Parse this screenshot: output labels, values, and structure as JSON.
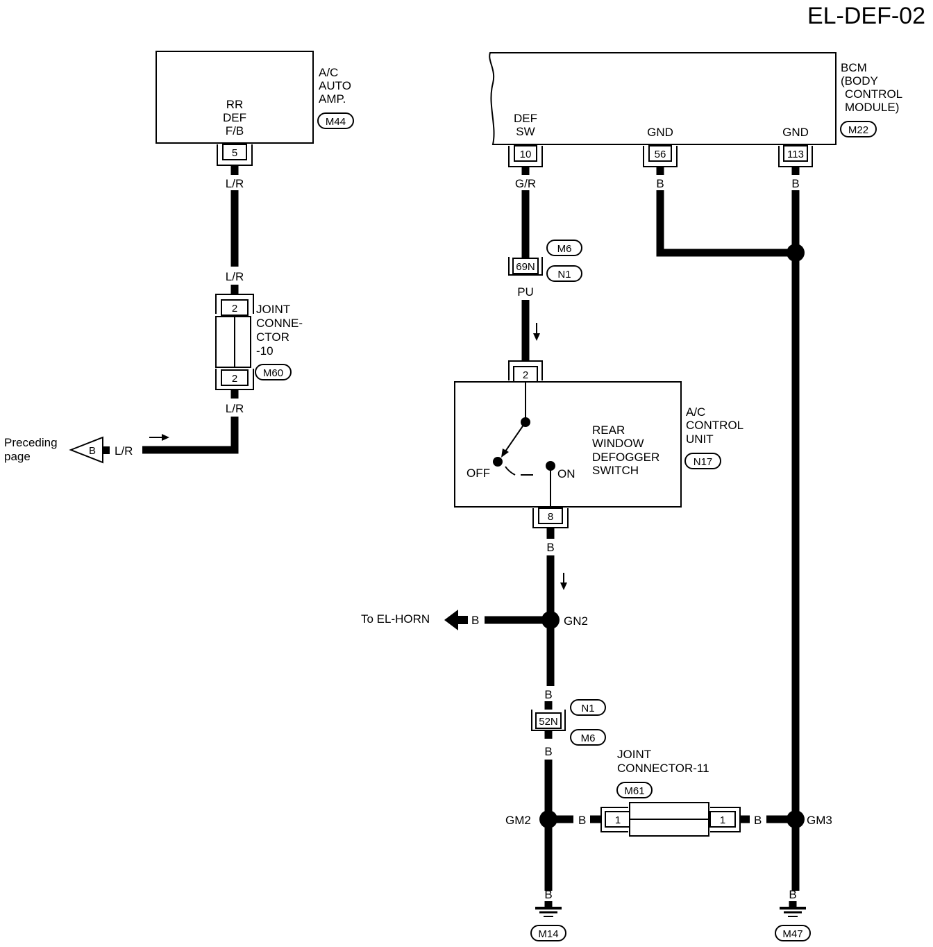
{
  "diagram_id": "EL-DEF-02",
  "ac_auto_amp": {
    "name_lines": [
      "A/C",
      "AUTO",
      "AMP."
    ],
    "connector": "M44",
    "terminal_lines": [
      "RR",
      "DEF",
      "F/B"
    ],
    "pin": "5",
    "wire_color": "L/R"
  },
  "joint_connector_10": {
    "name_lines": [
      "JOINT",
      "CONNE-",
      "CTOR",
      "-10"
    ],
    "connector": "M60",
    "pin_top": "2",
    "pin_bottom": "2",
    "wire_top": "L/R",
    "wire_bottom": "L/R"
  },
  "preceding_page": {
    "label_lines": [
      "Preceding",
      "page"
    ],
    "tag": "B",
    "wire_color": "L/R"
  },
  "bcm": {
    "name_lines": [
      "BCM",
      "(BODY",
      "CONTROL",
      "MODULE)"
    ],
    "connector": "M22",
    "terminals": [
      {
        "lines": [
          "DEF",
          "SW"
        ],
        "pin": "10",
        "wire": "G/R"
      },
      {
        "lines": [
          "GND"
        ],
        "pin": "56",
        "wire": "B"
      },
      {
        "lines": [
          "GND"
        ],
        "pin": "113",
        "wire": "B"
      }
    ]
  },
  "inline_connector_upper": {
    "pin": "69N",
    "tags": [
      "M6",
      "N1"
    ],
    "wire_below": "PU"
  },
  "ac_control_unit": {
    "name_lines": [
      "A/C",
      "CONTROL",
      "UNIT"
    ],
    "connector": "N17",
    "switch_lines": [
      "REAR",
      "WINDOW",
      "DEFOGGER",
      "SWITCH"
    ],
    "off_label": "OFF",
    "on_label": "ON",
    "pin_top": "2",
    "pin_bottom": "8",
    "wire_below": "B"
  },
  "splice_gn2": {
    "label": "GN2",
    "branch_text": "To EL-HORN",
    "branch_wire": "B",
    "wire_below": "B"
  },
  "inline_connector_lower": {
    "pin": "52N",
    "tags": [
      "N1",
      "M6"
    ],
    "wire_below": "B"
  },
  "joint_connector_11": {
    "name_lines": [
      "JOINT",
      "CONNECTOR-11"
    ],
    "connector": "M61",
    "pin_left": "1",
    "pin_right": "1",
    "wire_left": "B",
    "wire_right": "B"
  },
  "splice_gm2": {
    "label": "GM2",
    "wire_below": "B"
  },
  "splice_gm3": {
    "label": "GM3",
    "wire_below": "B"
  },
  "grounds": [
    {
      "connector": "M14"
    },
    {
      "connector": "M47"
    }
  ]
}
